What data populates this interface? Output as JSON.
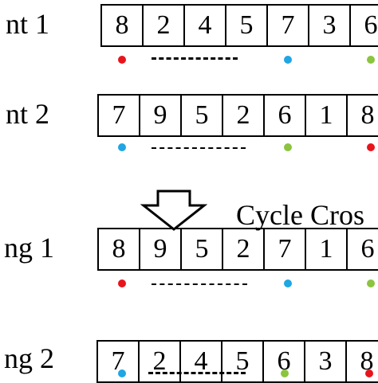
{
  "rows": {
    "parent_1": {
      "label": "nt 1",
      "genes": [
        "8",
        "2",
        "4",
        "5",
        "7",
        "3",
        "6"
      ]
    },
    "parent_2": {
      "label": "nt 2",
      "genes": [
        "7",
        "9",
        "5",
        "2",
        "6",
        "1",
        "8"
      ]
    },
    "offspring_1": {
      "label": "ng 1",
      "genes": [
        "8",
        "9",
        "5",
        "2",
        "7",
        "1",
        "6"
      ]
    },
    "offspring_2": {
      "label": "ng 2",
      "genes": [
        "7",
        "2",
        "4",
        "5",
        "6",
        "3",
        "8"
      ]
    }
  },
  "operation": {
    "label": "Cycle Cros"
  },
  "colors": {
    "cycle_red": "#e8141c",
    "cycle_blue": "#1fa6e3",
    "cycle_green": "#8bc43f",
    "stroke": "#000000"
  }
}
